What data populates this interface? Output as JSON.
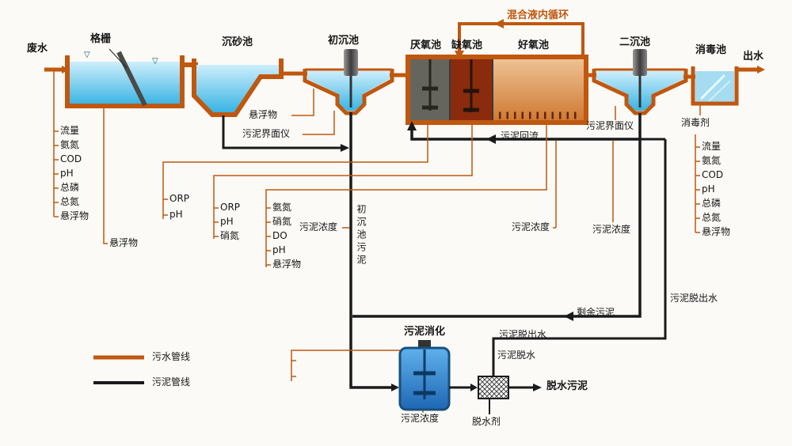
{
  "colors": {
    "sewage_line": "#c0570f",
    "sludge_line": "#1a1a1a",
    "water": "#38b4e4",
    "anaerobic_fill": "#66655d",
    "anoxic_fill": "#8a2b0e",
    "aerobic_fill": "#d88b42",
    "digester_fill": "#2f7fd1"
  },
  "legend": {
    "sewage": "污水管线",
    "sludge": "污泥管线"
  },
  "labels": {
    "influent": "废水",
    "bar_screen": "格栅",
    "grit_chamber": "沉砂池",
    "primary_clarifier": "初沉池",
    "anaerobic": "厌氧池",
    "anoxic": "缺氧池",
    "aerobic": "好氧池",
    "secondary_clarifier": "二沉池",
    "disinfection": "消毒池",
    "effluent": "出水",
    "internal_recycle": "混合液内循环",
    "sludge_return": "污泥回流",
    "excess_sludge": "剩余污泥",
    "primary_sludge": "初沉池污泥",
    "digester": "污泥消化",
    "reject_water_mid": "污泥脱出水",
    "sludge_dewatering": "污泥脱水",
    "reject_water_right": "污泥脱出水",
    "dewatered_sludge": "脱水污泥",
    "dewatering_agent": "脱水剂",
    "disinfectant": "消毒剂",
    "water_level_icon": "▽"
  },
  "sensors": {
    "influent_group": [
      "流量",
      "氨氮",
      "COD",
      "pH",
      "总磷",
      "总氮",
      "悬浮物"
    ],
    "effluent_group": [
      "流量",
      "氨氮",
      "COD",
      "pH",
      "总磷",
      "总氮",
      "悬浮物"
    ],
    "screen_ss": "悬浮物",
    "primary_ss": "悬浮物",
    "primary_sludge_interface": "污泥界面仪",
    "secondary_sludge_interface": "污泥界面仪",
    "anaerobic_group": [
      "ORP",
      "pH"
    ],
    "anoxic_group": [
      "ORP",
      "pH",
      "硝氮"
    ],
    "aerobic_group": [
      "氨氮",
      "硝氮",
      "DO",
      "pH",
      "悬浮物"
    ],
    "primary_sludge_conc": "污泥浓度",
    "return_sludge_conc": "污泥浓度",
    "excess_sludge_conc": "污泥浓度",
    "digester_conc": "污泥浓度"
  }
}
